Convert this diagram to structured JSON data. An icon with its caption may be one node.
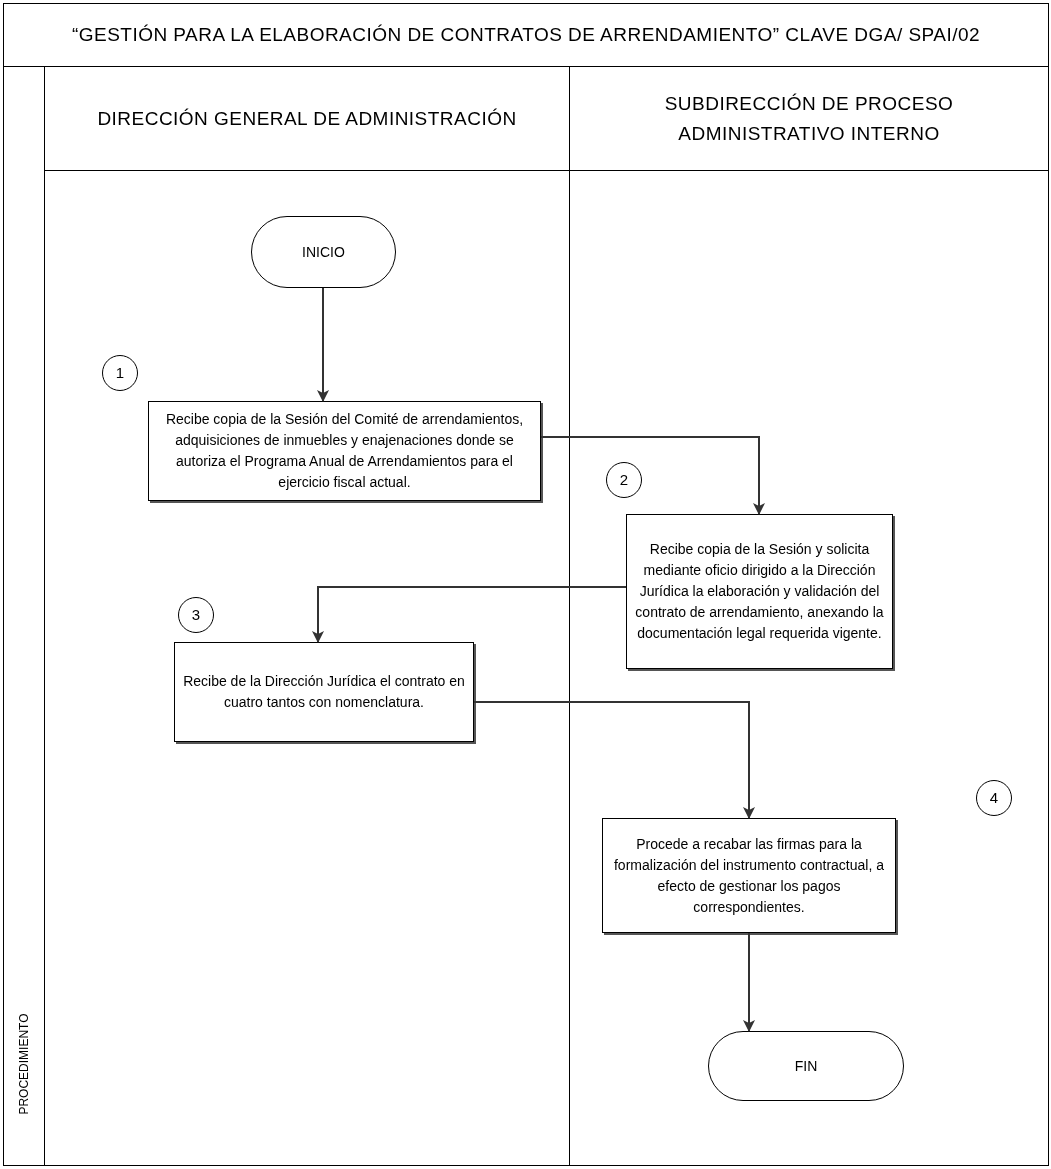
{
  "diagram": {
    "title": "“GESTIÓN PARA LA ELABORACIÓN DE CONTRATOS DE ARRENDAMIENTO” CLAVE DGA/ SPAI/02",
    "nodes": [
      {
        "text": [
          "PROCEDIMIENTO"
        ]
      },
      {
        "text": [
          "DIRECCIÓN GENERAL DE ADMINISTRACIÓN"
        ]
      },
      {
        "text": [
          "SUBDIRECCIÓN DE PROCESO ADMINISTRATIVO INTERNO"
        ]
      },
      {
        "text": [
          "INICIO"
        ],
        "in": 1
      },
      {
        "text": [
          "1"
        ],
        "in": 1
      },
      {
        "text": [
          "Recibe copia de la Sesión del Comité de arrendamientos, adquisiciones de inmuebles y enajenaciones donde se autoriza el Programa Anual de Arrendamientos para el ejercicio fiscal actual."
        ],
        "in": 1
      },
      {
        "text": [
          "2"
        ],
        "in": 2
      },
      {
        "text": [
          "Recibe copia de la Sesión y solicita mediante oficio dirigido a la Dirección Jurídica la elaboración y validación del contrato de arrendamiento, anexando la documentación legal requerida vigente."
        ],
        "in": 2
      },
      {
        "text": [
          "3"
        ],
        "in": 1
      },
      {
        "text": [
          "Recibe de la Dirección Jurídica el contrato en cuatro tantos con nomenclatura."
        ],
        "in": 1
      },
      {
        "text": [
          "4"
        ],
        "in": 2
      },
      {
        "text": [
          "Procede a recabar las firmas para la formalización del instrumento contractual, a efecto de gestionar los pagos correspondientes."
        ],
        "in": 2
      },
      {
        "text": [
          "FIN"
        ],
        "in": 2
      }
    ],
    "edges": [
      {
        "from": 3,
        "to": 5,
        "arrow": "to"
      },
      {
        "from": 5,
        "to": 7,
        "arrow": "to"
      },
      {
        "from": 7,
        "to": 9,
        "arrow": "to"
      },
      {
        "from": 9,
        "to": 11,
        "arrow": "to"
      },
      {
        "from": 11,
        "to": 12,
        "arrow": "to"
      }
    ]
  }
}
